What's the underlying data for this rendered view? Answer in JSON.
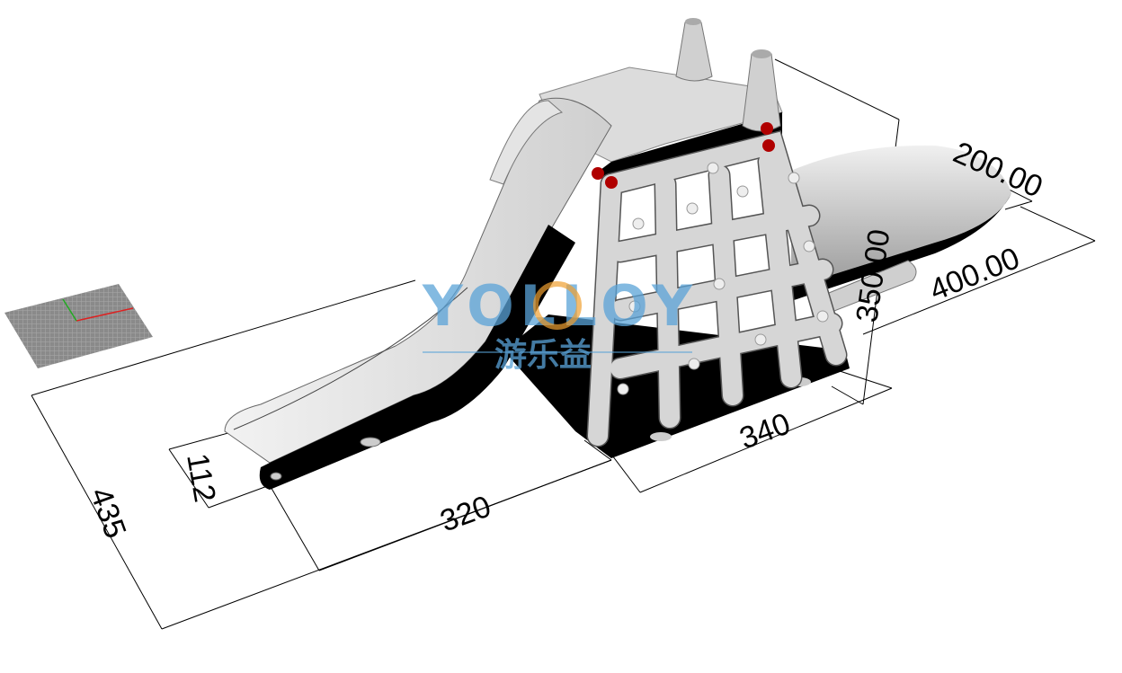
{
  "dimensions": {
    "overall_length": "435",
    "slide_width": "112",
    "slide_length": "320",
    "frame_length": "340",
    "height": "350.00",
    "tube_length": "400.00",
    "tube_width": "200.00"
  },
  "watermark": {
    "brand": "YOLLOY",
    "chinese": "游乐益",
    "color": "#5aa3d8"
  },
  "colors": {
    "body": "#e6e6e6",
    "base": "#000000",
    "valve": "#c00000"
  }
}
